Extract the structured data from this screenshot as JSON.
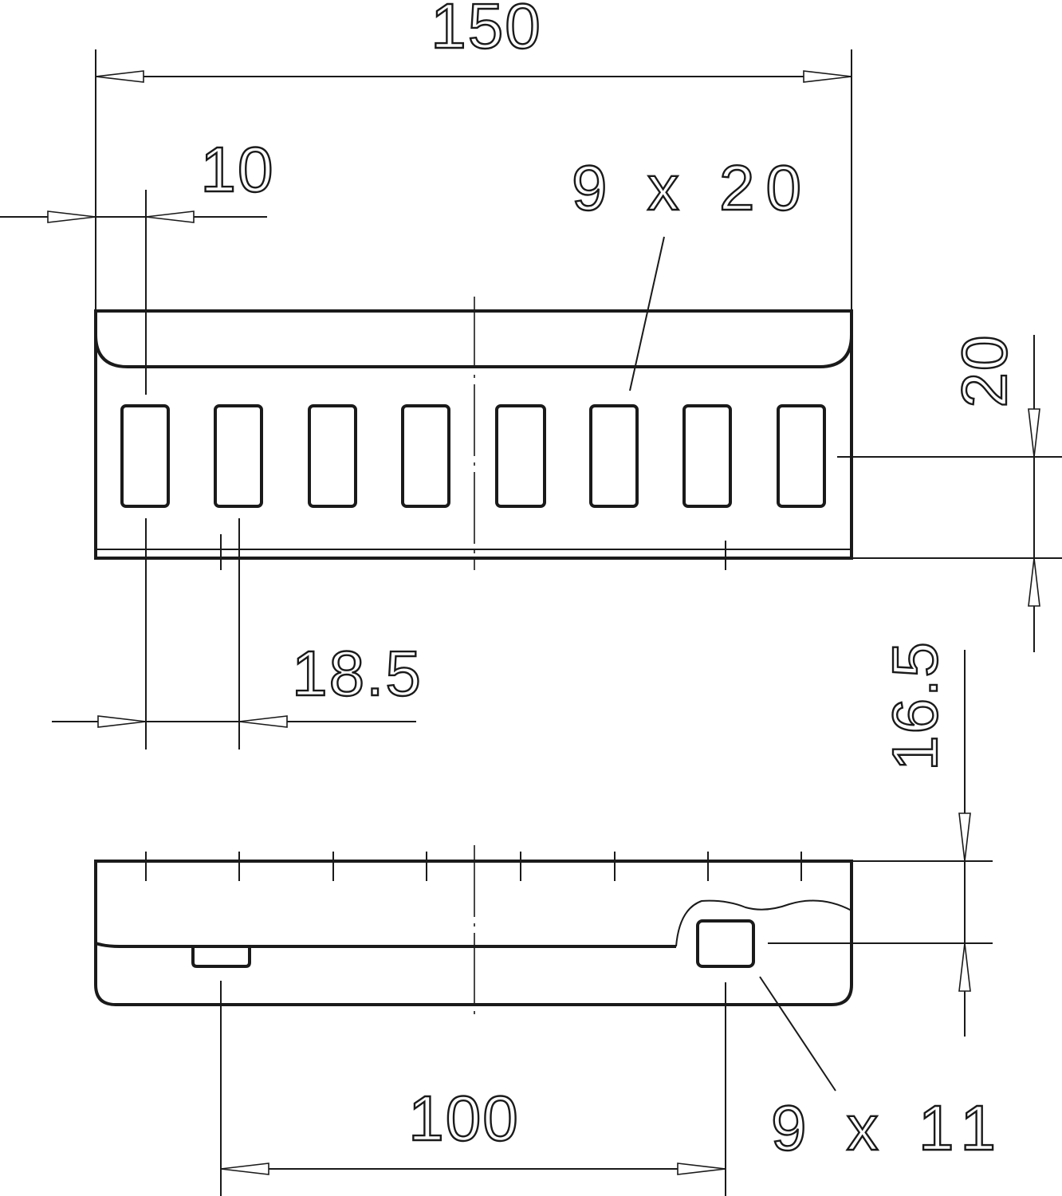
{
  "drawing": {
    "dimensions": {
      "overall_length": "150",
      "edge_offset": "10",
      "slot_size": "9 x 20",
      "slot_height_offset": "20",
      "slot_pitch": "18.5",
      "side_height": "16.5",
      "hole_spacing": "100",
      "hole_size": "9 x 11"
    },
    "slot_count": 8,
    "line_color": "#1a1a1a"
  }
}
